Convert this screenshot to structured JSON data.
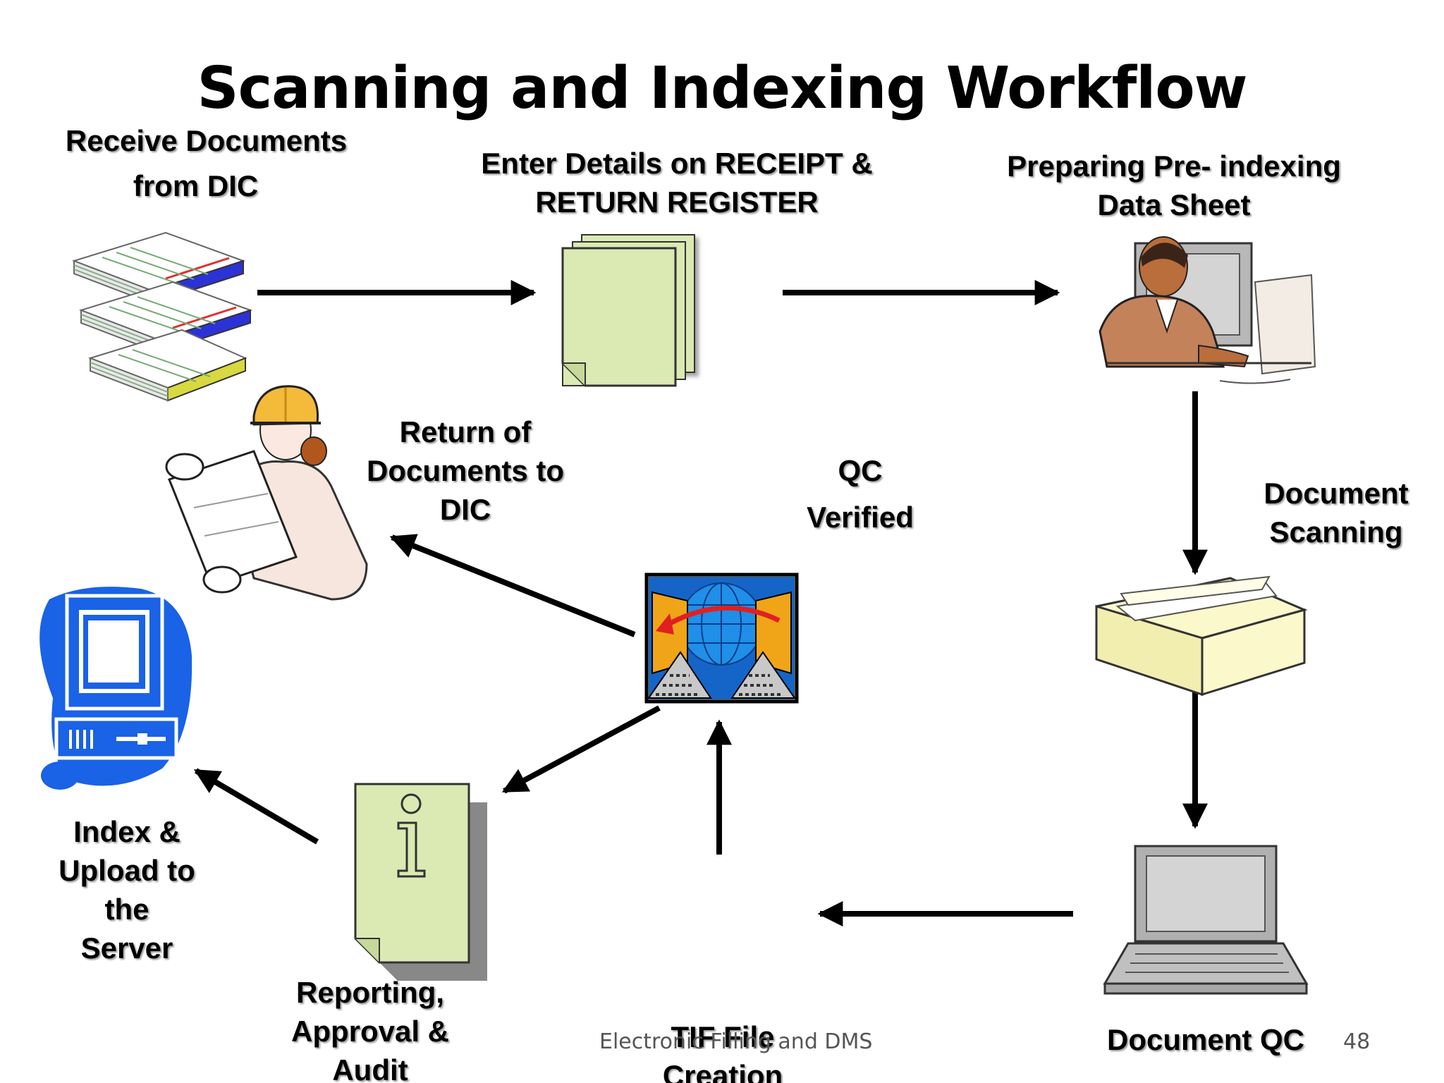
{
  "slide": {
    "title": "Scanning and Indexing Workflow",
    "footer": "Electronic Filling and DMS",
    "page_number": "48"
  },
  "steps": {
    "receive": {
      "line1": "Receive Documents",
      "line2": "from DIC"
    },
    "enter_details": {
      "line1": "Enter Details on RECEIPT &",
      "line2": "RETURN REGISTER"
    },
    "preparing": {
      "line1": "Preparing Pre- indexing",
      "line2": "Data Sheet"
    },
    "scanning": {
      "line1": "Document",
      "line2": "Scanning"
    },
    "doc_qc": {
      "line1": "Document QC"
    },
    "tif": {
      "line1": "TIF File",
      "line2": "Creation"
    },
    "qc_verified": {
      "line1": "QC",
      "line2": "Verified"
    },
    "return_docs": {
      "line1": "Return of",
      "line2": "Documents to",
      "line3": "DIC"
    },
    "reporting": {
      "line1": "Reporting,",
      "line2": "Approval &",
      "line3": "Audit"
    },
    "index_upload": {
      "line1": "Index &",
      "line2": "Upload to",
      "line3": "the",
      "line4": "Server"
    }
  },
  "icons": {
    "receive": "document-stacks-icon",
    "enter_details": "paper-stack-icon",
    "preparing": "office-worker-icon",
    "scanning": "flatbed-scanner-icon",
    "doc_qc": "laptop-icon",
    "qc_verified": "network-transfer-icon",
    "return_docs": "engineer-with-blueprint-icon",
    "reporting": "info-document-icon",
    "index_upload": "desktop-computer-icon"
  },
  "colors": {
    "paper_green": "#dbe9b3",
    "scanner_yellow": "#fbf8cc",
    "computer_blue": "#1a62e6",
    "arrow": "#000000"
  }
}
